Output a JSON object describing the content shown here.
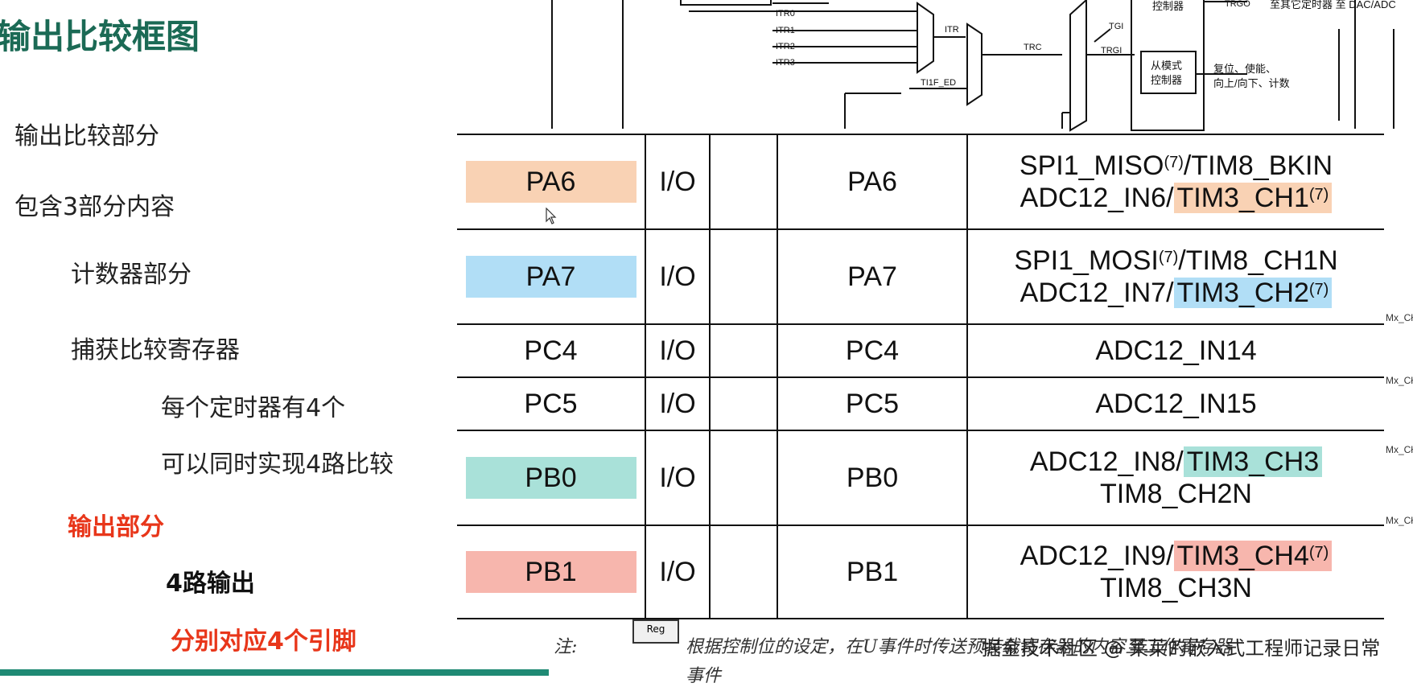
{
  "slide": {
    "title": "输出比较框图",
    "items": [
      {
        "text": "输出比较部分"
      },
      {
        "text": "包含3部分内容"
      },
      {
        "text": "计数器部分"
      },
      {
        "text": "捕获比较寄存器"
      },
      {
        "text": "每个定时器有4个"
      },
      {
        "text": "可以同时实现4路比较"
      },
      {
        "text": "输出部分"
      },
      {
        "text": "4路输出"
      },
      {
        "text": "分别对应4个引脚"
      }
    ],
    "colors": {
      "title": "#1b6a55",
      "accent_red": "#e8361a",
      "bar": "#1f8a74"
    }
  },
  "diagram": {
    "labels": {
      "itr0": "ITR0",
      "itr1": "ITR1",
      "itr2": "ITR2",
      "itr3": "ITR3",
      "itr": "ITR",
      "ti1f_ed": "TI1F_ED",
      "trc": "TRC",
      "tgi": "TGI",
      "trgi": "TRGI",
      "trgo": "TRGO",
      "ctrl": "控制器",
      "to_dac": "至其它定时器\n至 DAC/ADC",
      "slave1": "从模式",
      "slave2": "控制器",
      "reset1": "复位、使能、",
      "reset2": "向上/向下、计数"
    }
  },
  "pin_table": {
    "rows": [
      {
        "pin": "PA6",
        "io": "I/O",
        "main": "PA6",
        "functions": [
          {
            "pre": "SPI1_MISO",
            "sup": "(7)",
            "post": "/TIM8_BKIN",
            "hl": "",
            "hlsup": ""
          },
          {
            "pre": "ADC12_IN6/",
            "sup": "",
            "post": "",
            "hl": "TIM3_CH1",
            "hlsup": "(7)"
          }
        ],
        "color": "#f9d2b4"
      },
      {
        "pin": "PA7",
        "io": "I/O",
        "main": "PA7",
        "functions": [
          {
            "pre": "SPI1_MOSI",
            "sup": "(7)",
            "post": "/TIM8_CH1N",
            "hl": "",
            "hlsup": ""
          },
          {
            "pre": "ADC12_IN7/",
            "sup": "",
            "post": "",
            "hl": "TIM3_CH2",
            "hlsup": "(7)"
          }
        ],
        "color": "#b1def6"
      },
      {
        "pin": "PC4",
        "io": "I/O",
        "main": "PC4",
        "functions": [
          {
            "pre": "ADC12_IN14",
            "sup": "",
            "post": "",
            "hl": "",
            "hlsup": ""
          }
        ],
        "color": ""
      },
      {
        "pin": "PC5",
        "io": "I/O",
        "main": "PC5",
        "functions": [
          {
            "pre": "ADC12_IN15",
            "sup": "",
            "post": "",
            "hl": "",
            "hlsup": ""
          }
        ],
        "color": ""
      },
      {
        "pin": "PB0",
        "io": "I/O",
        "main": "PB0",
        "functions": [
          {
            "pre": "ADC12_IN8/",
            "sup": "",
            "post": "",
            "hl": "TIM3_CH3",
            "hlsup": ""
          },
          {
            "pre": "TIM8_CH2N",
            "sup": "",
            "post": "",
            "hl": "",
            "hlsup": ""
          }
        ],
        "color": "#a9e1d9"
      },
      {
        "pin": "PB1",
        "io": "I/O",
        "main": "PB1",
        "functions": [
          {
            "pre": "ADC12_IN9/",
            "sup": "",
            "post": "",
            "hl": "TIM3_CH4",
            "hlsup": "(7)"
          },
          {
            "pre": "TIM8_CH3N",
            "sup": "",
            "post": "",
            "hl": "",
            "hlsup": ""
          }
        ],
        "color": "#f7b6ad"
      }
    ],
    "right_cut_label": "Mx_Cł"
  },
  "footer": {
    "note_label": "注:",
    "reg_label": "Reg",
    "note_text": "根据控制位的设定，在U事件时传送预装载寄存器的内容至工作寄存器",
    "note_text2": "事件",
    "watermark": "掘金技术社区 @ 莱莱的嵌入式工程师记录日常"
  }
}
